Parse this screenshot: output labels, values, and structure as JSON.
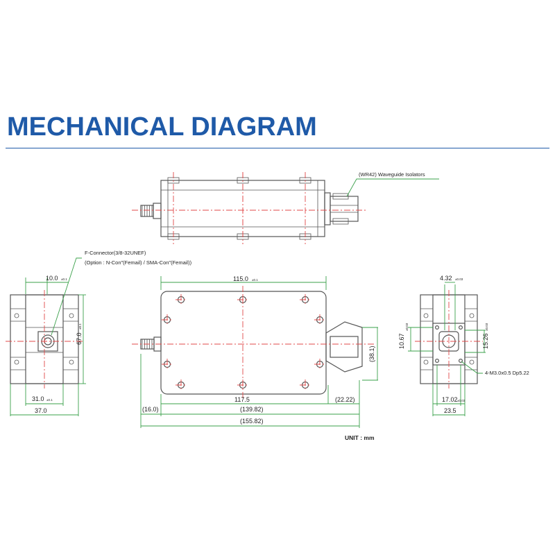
{
  "title": "MECHANICAL DIAGRAM",
  "colors": {
    "title": "#1f5aa8",
    "outline": "#555555",
    "centerline": "#e04848",
    "dimension": "#3aa04a",
    "text": "#222222"
  },
  "labels": {
    "isolator_note": "(WR42) Waveguide Isolators",
    "connector_line1": "F-Connector(3/8-32UNEF)",
    "connector_line2": "(Option : N-Con″(Femail) / SMA-Con″(Femail))",
    "mount_holes": "4-M3.0x0.5 Dp5.22",
    "unit": "UNIT : mm"
  },
  "dimensions": {
    "top_width": "115.0",
    "top_width_tol": "±0.1",
    "body_length": "117.5",
    "flange_ext": "(22.22)",
    "connector_ext": "(16.0)",
    "length_mid": "(139.82)",
    "length_total": "(155.82)",
    "height": "(38.1)",
    "left_top": "10.0",
    "left_top_tol": "±0.1",
    "left_height": "67.0",
    "left_height_tol": "±0.1",
    "left_inner": "31.0",
    "left_inner_tol": "±0.1",
    "left_total": "37.0",
    "right_top": "4.32",
    "right_top_tol": "±0.03",
    "right_left": "10.67",
    "right_left_tol": "±0.03",
    "right_mid": "15.26",
    "right_mid_tol": "±0.03",
    "right_inner": "17.02",
    "right_inner_tol": "±0.03",
    "right_total": "23.5"
  }
}
